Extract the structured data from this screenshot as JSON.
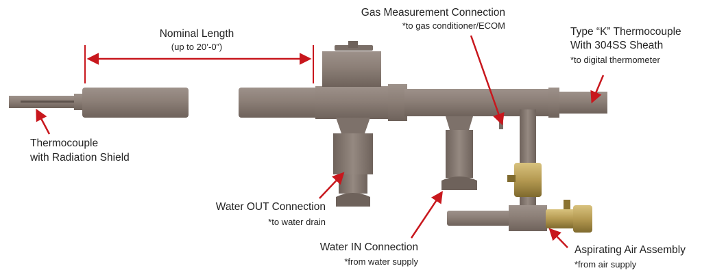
{
  "labels": {
    "nominal_length": {
      "title": "Nominal Length",
      "note": "(up to 20’-0”)"
    },
    "gas_measurement": {
      "title": "Gas Measurement Connection",
      "note": "*to gas conditioner/ECOM"
    },
    "thermocouple_k": {
      "line1": "Type “K” Thermocouple",
      "line2": "With 304SS Sheath",
      "note": "*to digital thermometer"
    },
    "thermocouple_shield": {
      "line1": "Thermocouple",
      "line2": "with Radiation Shield"
    },
    "water_out": {
      "title": "Water OUT Connection",
      "note": "*to water drain"
    },
    "water_in": {
      "title": "Water IN Connection",
      "note": "*from water supply"
    },
    "aspirating_air": {
      "title": "Aspirating Air Assembly",
      "note": "*from air supply"
    }
  },
  "colors": {
    "pipe": "#8c7f77",
    "pipe_dark": "#6e625b",
    "pipe_light": "#a89d96",
    "arrow": "#c8171d",
    "brass": "#b59a52",
    "brass_dark": "#8a7332"
  }
}
